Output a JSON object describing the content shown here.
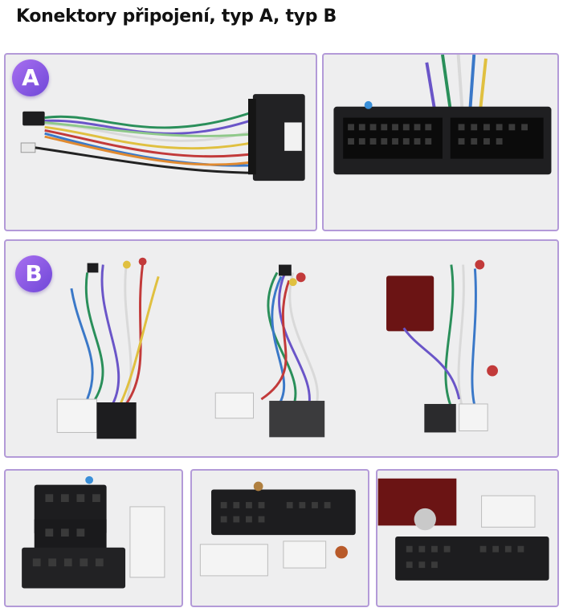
{
  "title": "Konektory připojení, typ A, typ B",
  "badges": {
    "a": "A",
    "b": "B"
  },
  "colors": {
    "frame": "#b39ad8",
    "badge": "#7c52e0",
    "background": "#eeeeef"
  },
  "images": [
    {
      "id": "harness-a",
      "icon": "wire-harness-a-image"
    },
    {
      "id": "connector-a-closeup",
      "icon": "connector-closeup-image"
    },
    {
      "id": "harness-b-variants",
      "icon": "wire-harness-b-image"
    },
    {
      "id": "iso-connector-closeup",
      "icon": "iso-connector-image"
    },
    {
      "id": "connector-black-closeup",
      "icon": "connector-black-image"
    },
    {
      "id": "connector-canbus-closeup",
      "icon": "connector-canbus-image"
    }
  ]
}
